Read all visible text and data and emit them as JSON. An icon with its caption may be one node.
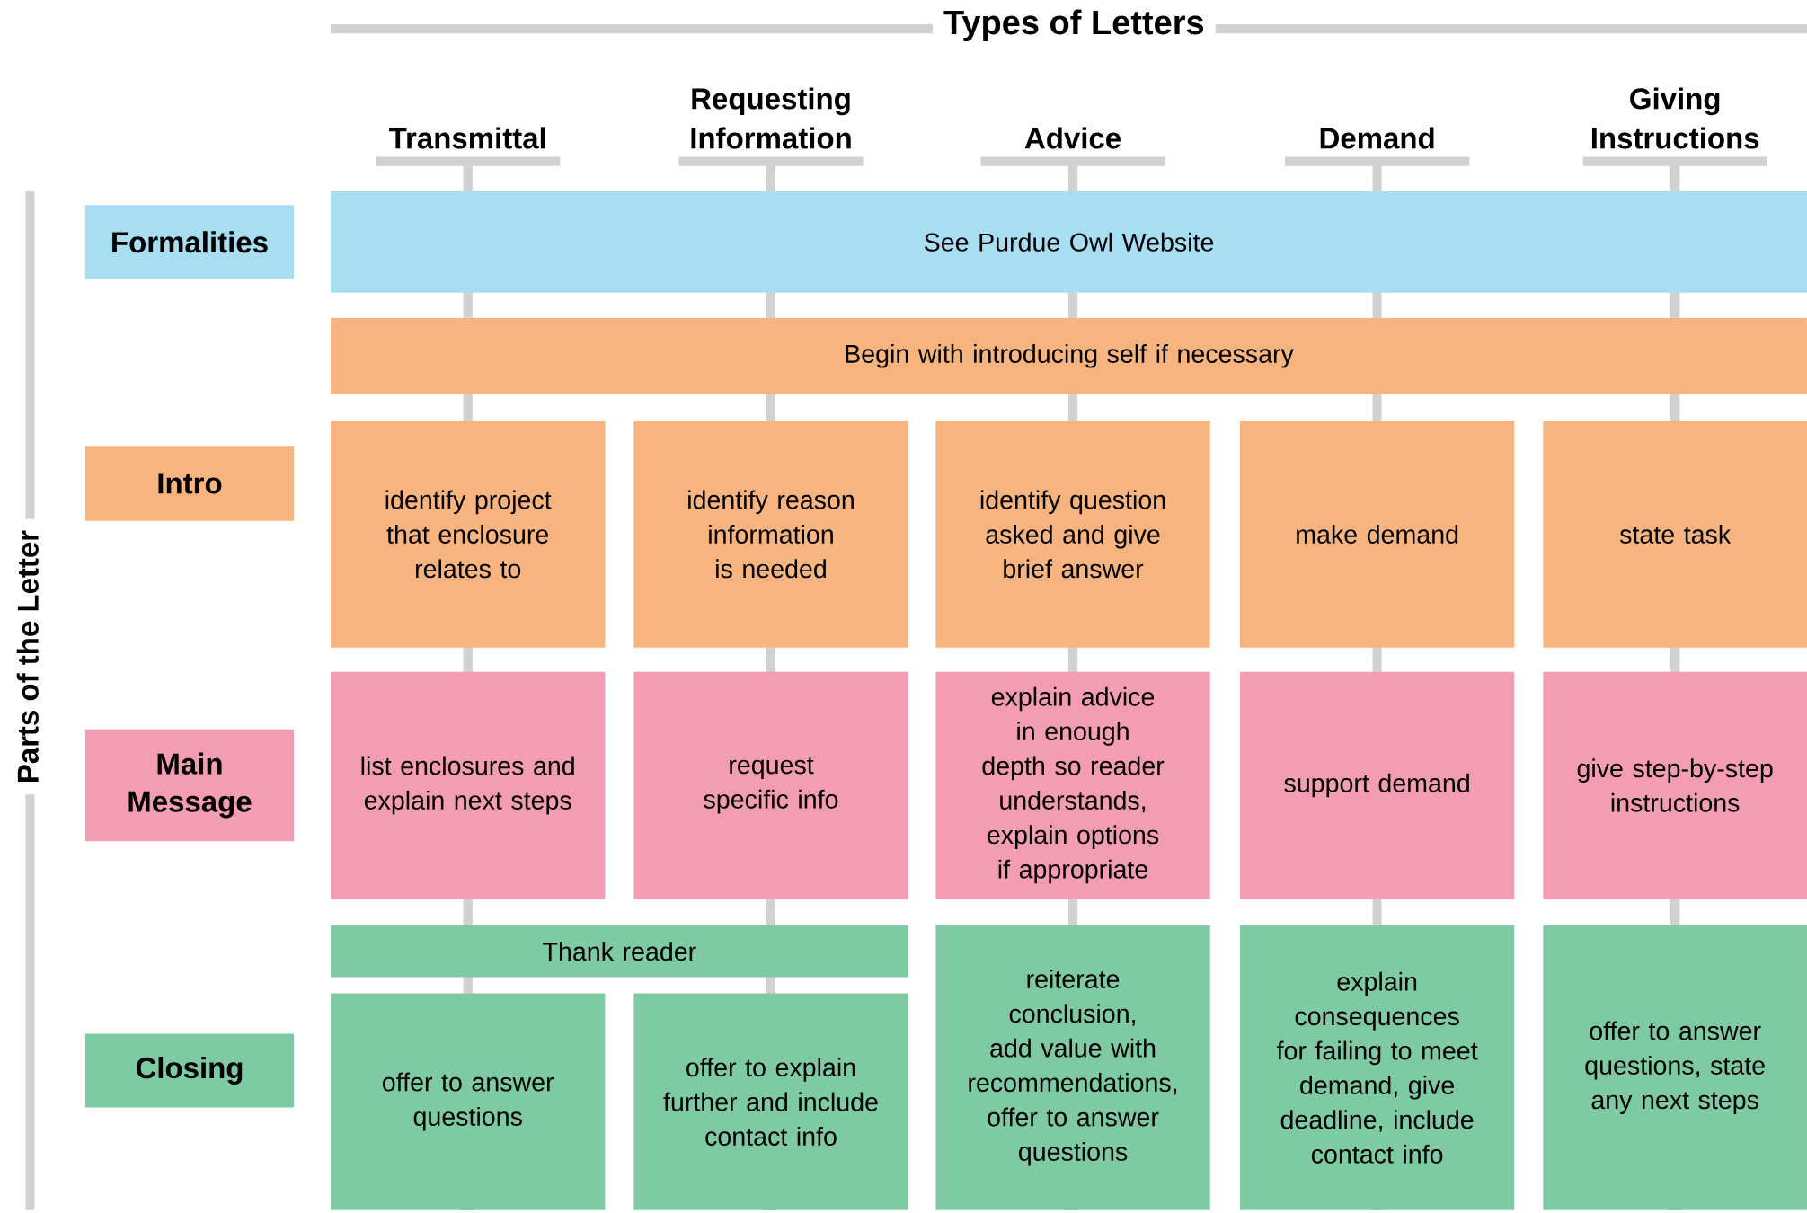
{
  "diagram": {
    "title": "Types of Letters",
    "nodes": [
      {
        "text": [
          "Formalities"
        ]
      },
      {
        "text": [
          "See Purdue Owl Website"
        ]
      },
      {
        "text": [
          "Intro"
        ]
      },
      {
        "text": [
          "Begin with introducing self if necessary"
        ]
      },
      {
        "text": [
          "identify project that enclosure relates to"
        ]
      },
      {
        "text": [
          "identify reason information is needed"
        ]
      },
      {
        "text": [
          "identify question asked and give brief answer"
        ]
      },
      {
        "text": [
          "make demand"
        ]
      },
      {
        "text": [
          "state task"
        ]
      },
      {
        "text": [
          "Main Message"
        ]
      },
      {
        "text": [
          "list enclosures and explain next steps"
        ]
      },
      {
        "text": [
          "request specific info"
        ]
      },
      {
        "text": [
          "explain advice in enough depth so reader understands, explain options if appropriate"
        ]
      },
      {
        "text": [
          "support demand"
        ]
      },
      {
        "text": [
          "give step-by-step instructions"
        ]
      },
      {
        "text": [
          "Closing"
        ]
      },
      {
        "text": [
          "Thank reader"
        ]
      },
      {
        "text": [
          "offer to answer questions"
        ]
      },
      {
        "text": [
          "offer to explain further and include contact info"
        ]
      },
      {
        "text": [
          "reiterate conclusion, add value with recommendations, offer to answer questions"
        ]
      },
      {
        "text": [
          "explain consequences for failing to meet demand, give deadline, include contact info"
        ]
      },
      {
        "text": [
          "offer to answer questions, state any next steps"
        ]
      }
    ],
    "labels": [
      "Transmittal",
      "Requesting Information",
      "Advice",
      "Demand",
      "Giving Instructions",
      "Parts of the Letter"
    ]
  }
}
